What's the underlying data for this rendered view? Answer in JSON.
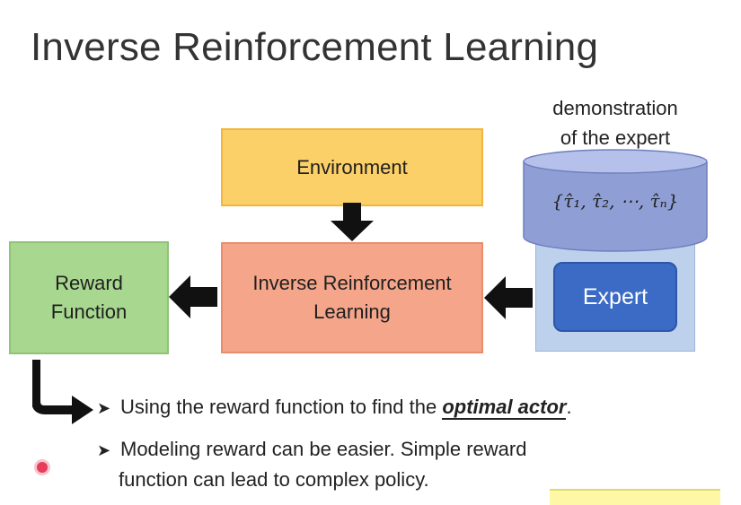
{
  "title": "Inverse Reinforcement Learning",
  "boxes": {
    "environment": "Environment",
    "irl_line1": "Inverse Reinforcement",
    "irl_line2": "Learning",
    "reward_line1": "Reward",
    "reward_line2": "Function",
    "expert": "Expert"
  },
  "demonstration": {
    "caption_line1": "demonstration",
    "caption_line2": "of the expert",
    "set_text": "{τ̂₁, τ̂₂, ⋯, τ̂ₙ}"
  },
  "bullets": {
    "b1_prefix": "Using the reward function to find the ",
    "b1_emphasis": "optimal actor",
    "b1_suffix": ".",
    "b2_line1": "Modeling reward can be easier. Simple reward",
    "b2_line2": "function can lead to complex policy."
  },
  "colors": {
    "environment": "#fcd068",
    "irl": "#f4a58a",
    "reward_function": "#a8d78f",
    "cylinder": "#8f9fd6",
    "expert_box": "#3b6bc4",
    "expert_panel": "#bdd1ec"
  },
  "icons": {
    "bullet": "arrowhead-bullet-icon",
    "flow_arrow": "black-block-arrow-icon"
  }
}
